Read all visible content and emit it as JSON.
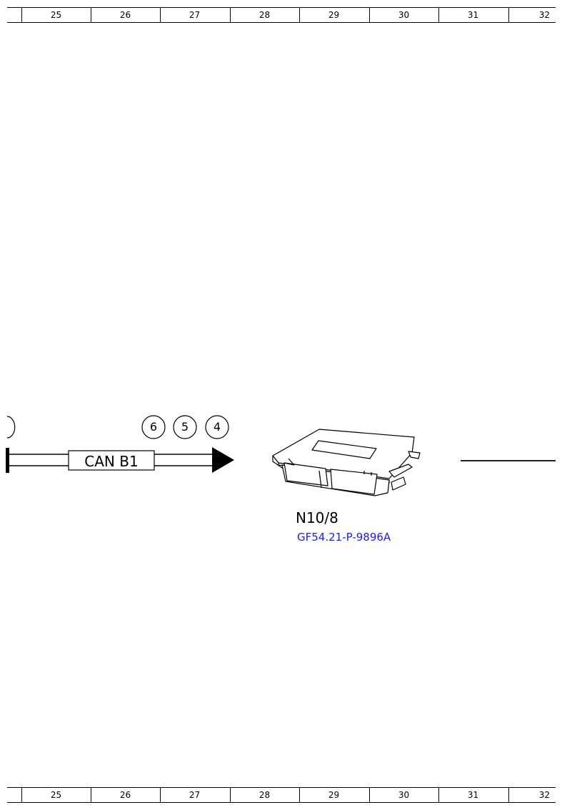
{
  "ruler": {
    "columns": [
      "25",
      "26",
      "27",
      "28",
      "29",
      "30",
      "31",
      "32"
    ]
  },
  "diagram": {
    "bus_label": "CAN B1",
    "pins": [
      "6",
      "5",
      "4"
    ],
    "component": {
      "id": "N10/8",
      "reference": "GF54.21-P-9896A"
    }
  },
  "colors": {
    "line": "#000000",
    "link": "#1a1aff",
    "background": "#ffffff"
  }
}
